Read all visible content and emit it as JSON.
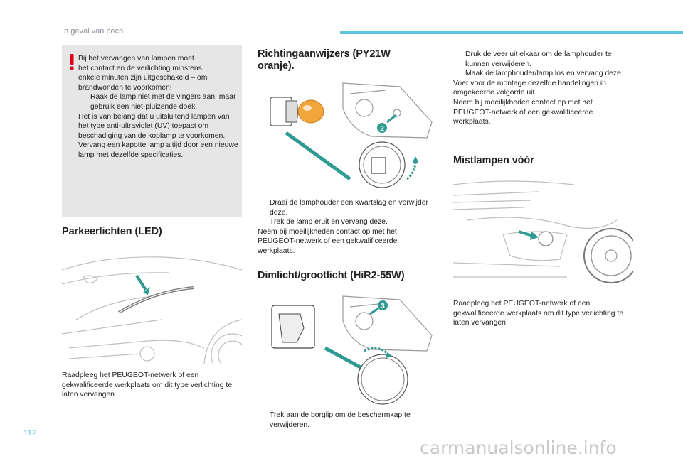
{
  "header": {
    "section": "In geval van pech"
  },
  "footer": {
    "page_number": "112",
    "watermark": "carmanualsonline.info"
  },
  "warning": {
    "lines": [
      "Bij het vervangen van lampen moet",
      "het contact en de verlichting minstens",
      "enkele minuten zijn uitgeschakeld – om",
      "brandwonden te voorkomen!"
    ],
    "bullet_symbol": "",
    "bullet": "Raak de lamp niet met de vingers aan, maar gebruik een niet-pluizende doek.",
    "paragraph": "Het is van belang dat u uitsluitend lampen van het type anti-ultraviolet (UV) toepast om beschadiging van de koplamp te voorkomen.",
    "paragraph2": "Vervang een kapotte lamp altijd door een nieuwe lamp met dezelfde specificaties."
  },
  "parkeer": {
    "title": "Parkeerlichten (LED)",
    "text": "Raadpleeg het PEUGEOT-netwerk of een gekwalificeerde werkplaats om dit type verlichting te laten vervangen."
  },
  "richting": {
    "title": "Richtingaanwijzers (PY21W oranje).",
    "step_label": "2",
    "bullets": [
      "Draai de lamphouder een kwartslag en verwijder deze.",
      "Trek de lamp eruit en vervang deze."
    ],
    "text": "Neem bij moeilijkheden contact op met het PEUGEOT-netwerk of een gekwalificeerde werkplaats."
  },
  "dimlicht": {
    "title": "Dimlicht/grootlicht (HiR2-55W)",
    "step_label": "3",
    "bullets": [
      "Trek aan de borglip om de beschermkap te verwijderen."
    ]
  },
  "col3": {
    "bullets": [
      "Druk de veer uit elkaar om de lamphouder te kunnen verwijderen.",
      "Maak de lamphouder/lamp los en vervang deze."
    ],
    "text1": "Voer voor de montage dezelfde handelingen in omgekeerde volgorde uit.",
    "text2": "Neem bij moeilijkheden contact op met het PEUGEOT-netwerk of een gekwalificeerde werkplaats."
  },
  "mist": {
    "title": "Mistlampen vóór",
    "text": "Raadpleeg het PEUGEOT-netwerk of een gekwalificeerde werkplaats om dit type verlichting te laten vervangen."
  },
  "colors": {
    "accent": "#5fc3dc",
    "arrow": "#2f9a92",
    "warn": "#e2001a"
  }
}
